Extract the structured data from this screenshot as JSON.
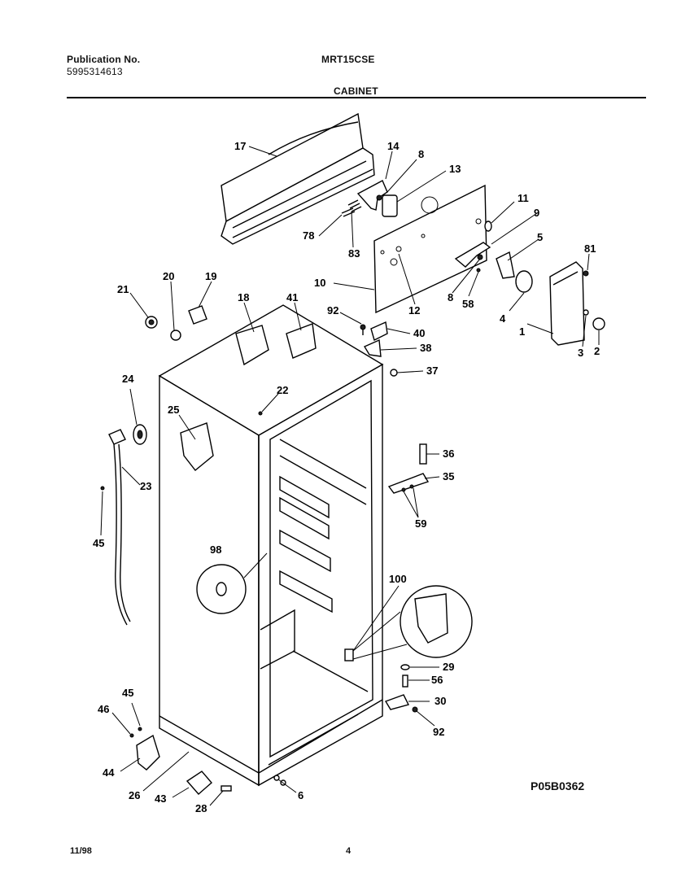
{
  "header": {
    "publication_label": "Publication No.",
    "publication_number": "5995314613",
    "model": "MRT15CSE",
    "section_title": "CABINET"
  },
  "footer": {
    "date": "11/98",
    "page": "4",
    "figure_code": "P05B0362"
  },
  "part_labels": [
    "17",
    "14",
    "8",
    "13",
    "78",
    "83",
    "11",
    "9",
    "5",
    "81",
    "10",
    "12",
    "8",
    "58",
    "4",
    "1",
    "3",
    "2",
    "21",
    "20",
    "19",
    "18",
    "41",
    "92",
    "40",
    "38",
    "37",
    "22",
    "24",
    "25",
    "23",
    "45",
    "36",
    "35",
    "59",
    "98",
    "100",
    "29",
    "56",
    "30",
    "92",
    "45",
    "46",
    "44",
    "26",
    "43",
    "28",
    "6"
  ]
}
